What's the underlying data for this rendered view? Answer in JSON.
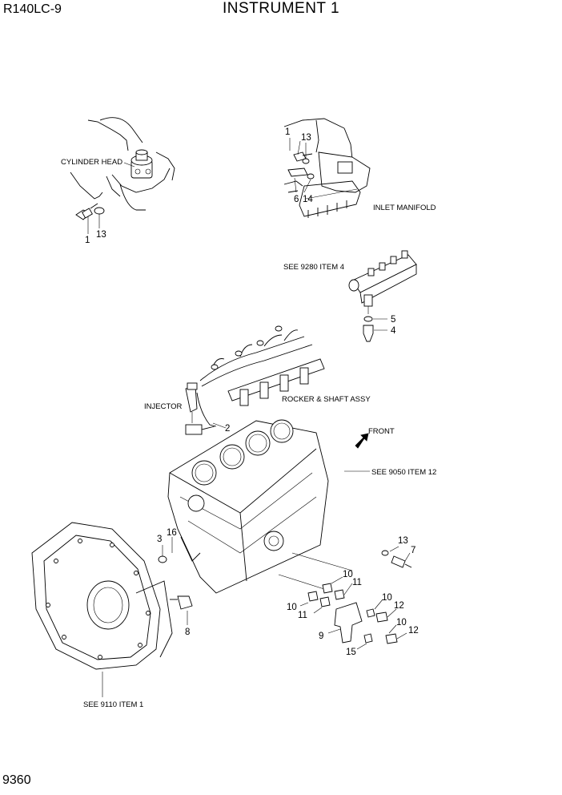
{
  "header": {
    "model": "R140LC-9",
    "title": "INSTRUMENT 1"
  },
  "page_number": "9360",
  "labels": {
    "cylinder_head": "CYLINDER HEAD",
    "inlet_manifold": "INLET MANIFOLD",
    "see_9280": "SEE 9280 ITEM 4",
    "injector": "INJECTOR",
    "rocker_shaft": "ROCKER & SHAFT ASSY",
    "front": "FRONT",
    "see_9050": "SEE 9050 ITEM 12",
    "see_9110": "SEE 9110 ITEM 1"
  },
  "callouts": {
    "c1_left": "1",
    "c13_left": "13",
    "c1_top": "1",
    "c13_top": "13",
    "c6": "6",
    "c14": "14",
    "c5": "5",
    "c4": "4",
    "c2": "2",
    "c3": "3",
    "c16": "16",
    "c8": "8",
    "c13_right": "13",
    "c7": "7",
    "c10_a": "10",
    "c11_a": "11",
    "c10_b": "10",
    "c11_b": "11",
    "c10_c": "10",
    "c12_a": "12",
    "c9": "9",
    "c10_d": "10",
    "c12_b": "12",
    "c15": "15"
  }
}
